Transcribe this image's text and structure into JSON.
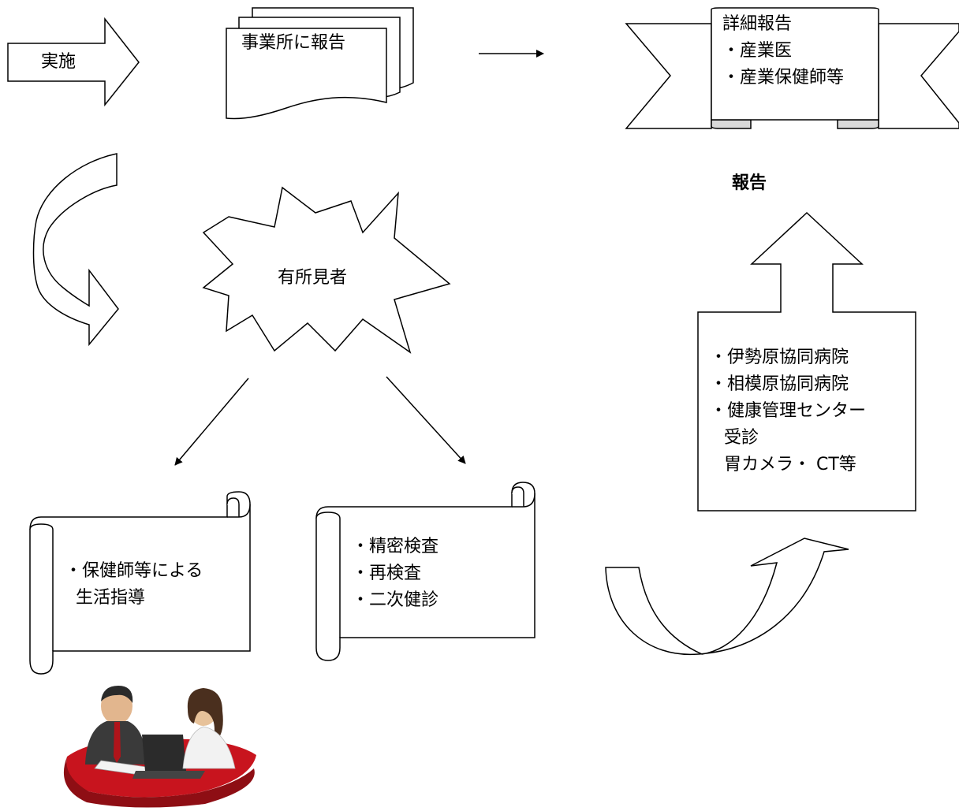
{
  "step_implement": {
    "label": "実施"
  },
  "report_to_office": {
    "label": "事業所に報告"
  },
  "detailed_report": {
    "lines": [
      "詳細報告",
      "・産業医",
      "・産業保健師等"
    ]
  },
  "report_label": {
    "label": "報告"
  },
  "abnormal_findings": {
    "label": "有所見者"
  },
  "lifestyle_guidance": {
    "lines": [
      "・保健師等による",
      "生活指導"
    ]
  },
  "detailed_exam": {
    "lines": [
      "・精密検査",
      "・再検査",
      "・二次健診"
    ]
  },
  "hospitals": {
    "lines": [
      "・伊勢原協同病院",
      "・相模原協同病院",
      "・健康管理センター",
      "受診",
      "胃カメラ・ CT等"
    ]
  },
  "colors": {
    "stroke": "#000000",
    "fill": "#ffffff",
    "scroll_curl": "#d9d9d9",
    "illustration_red": "#c8141e"
  },
  "icons": {
    "people_illustration": "consultation-people-icon"
  }
}
